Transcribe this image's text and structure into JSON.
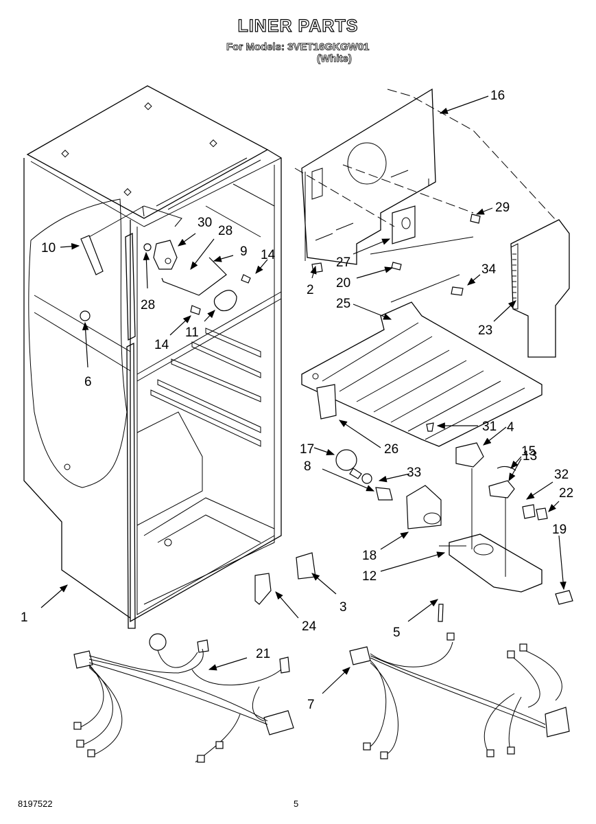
{
  "header": {
    "title": "LINER PARTS",
    "models_line": "For Models: 3VET16GKGW01",
    "color_line": "(White)"
  },
  "footer": {
    "doc_number": "8197522",
    "page_number": "5"
  },
  "callouts": [
    {
      "id": "1",
      "label": "1"
    },
    {
      "id": "2",
      "label": "2"
    },
    {
      "id": "3",
      "label": "3"
    },
    {
      "id": "4",
      "label": "4"
    },
    {
      "id": "5",
      "label": "5"
    },
    {
      "id": "6",
      "label": "6"
    },
    {
      "id": "7",
      "label": "7"
    },
    {
      "id": "8",
      "label": "8"
    },
    {
      "id": "9",
      "label": "9"
    },
    {
      "id": "10",
      "label": "10"
    },
    {
      "id": "11",
      "label": "11"
    },
    {
      "id": "12",
      "label": "12"
    },
    {
      "id": "13",
      "label": "13"
    },
    {
      "id": "14a",
      "label": "14"
    },
    {
      "id": "14b",
      "label": "14"
    },
    {
      "id": "15",
      "label": "15"
    },
    {
      "id": "16",
      "label": "16"
    },
    {
      "id": "17",
      "label": "17"
    },
    {
      "id": "18",
      "label": "18"
    },
    {
      "id": "19",
      "label": "19"
    },
    {
      "id": "20",
      "label": "20"
    },
    {
      "id": "21",
      "label": "21"
    },
    {
      "id": "22",
      "label": "22"
    },
    {
      "id": "23",
      "label": "23"
    },
    {
      "id": "24",
      "label": "24"
    },
    {
      "id": "25",
      "label": "25"
    },
    {
      "id": "26",
      "label": "26"
    },
    {
      "id": "27",
      "label": "27"
    },
    {
      "id": "28a",
      "label": "28"
    },
    {
      "id": "28b",
      "label": "28"
    },
    {
      "id": "29",
      "label": "29"
    },
    {
      "id": "30",
      "label": "30"
    },
    {
      "id": "31",
      "label": "31"
    },
    {
      "id": "32",
      "label": "32"
    },
    {
      "id": "33",
      "label": "33"
    },
    {
      "id": "34",
      "label": "34"
    }
  ]
}
